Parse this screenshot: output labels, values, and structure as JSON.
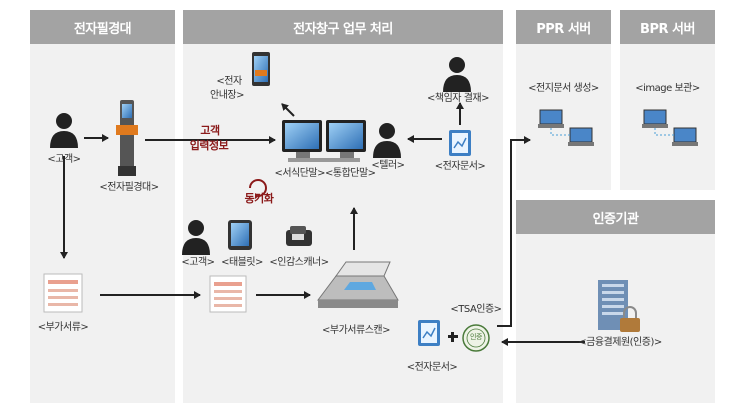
{
  "panels": {
    "kiosk": "전자필경대",
    "processing": "전자창구 업무 처리",
    "ppr": "PPR 서버",
    "bpr": "BPR 서버",
    "cert": "인증기관"
  },
  "labels": {
    "customer_left": "<고객>",
    "kiosk_device": "<전자필경대>",
    "extra_docs": "<부가서류>",
    "e_guide_1": "<전자",
    "e_guide_2": "안내장>",
    "manager": "<책임자 결재>",
    "input_1": "고객",
    "input_2": "입력정보",
    "terminal": "<서식단말><통합단말>",
    "teller": "<텔러>",
    "e_doc_top": "<전자문서>",
    "sync": "동기화",
    "customer_mid": "<고객>",
    "tablet": "<태블릿>",
    "seal_scanner": "<인감스캐너>",
    "scanner": "<부가서류스캔>",
    "tsa": "<TSA인증>",
    "e_doc_bottom": "<전자문서>",
    "ppr_task": "<전지문서 생성>",
    "bpr_task": "<image 보관>",
    "cert_org": "<금융결제원(인증)>",
    "stamp": "인증"
  },
  "colors": {
    "header": "#a3a3a3",
    "panel": "#f1f1f1",
    "arrow": "#222222",
    "accent_red": "#8b1a1a",
    "monitor_blue": "#4a86c8",
    "kiosk_orange": "#e07a1e"
  }
}
